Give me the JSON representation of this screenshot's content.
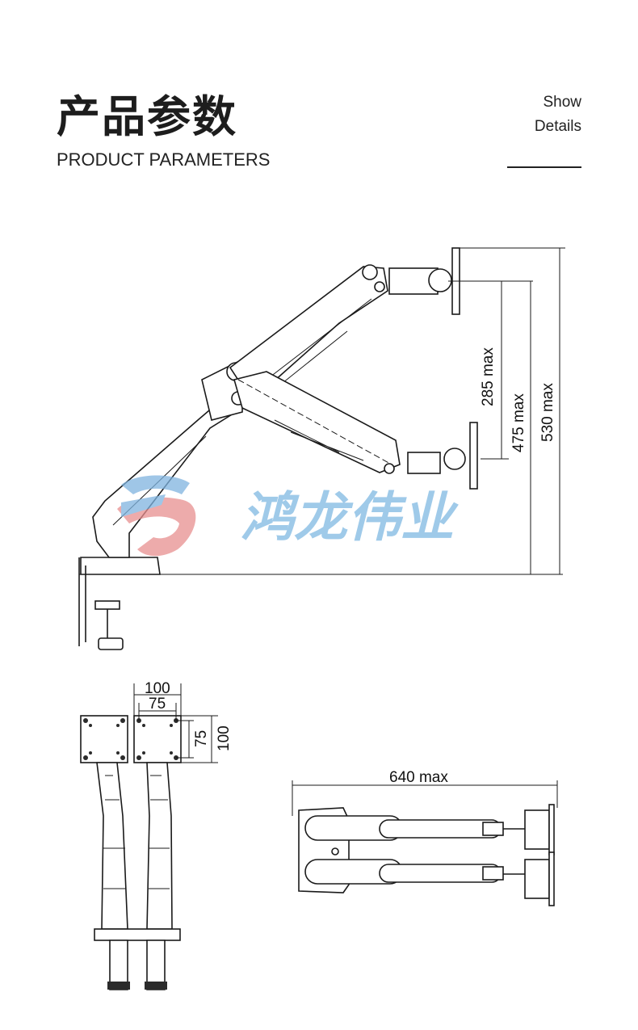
{
  "header": {
    "title_cn": "产品参数",
    "title_en": "PRODUCT PARAMETERS",
    "show_line1": "Show",
    "show_line2": "Details"
  },
  "side_view": {
    "dim_285": "285 max",
    "dim_475": "475 max",
    "dim_530": "530 max"
  },
  "watermark": {
    "text": "鸿龙伟业"
  },
  "front_view": {
    "vesa_100_top": "100",
    "vesa_75_top": "75",
    "vesa_75_side": "75",
    "vesa_100_side": "100"
  },
  "top_view": {
    "dim_640": "640 max"
  }
}
